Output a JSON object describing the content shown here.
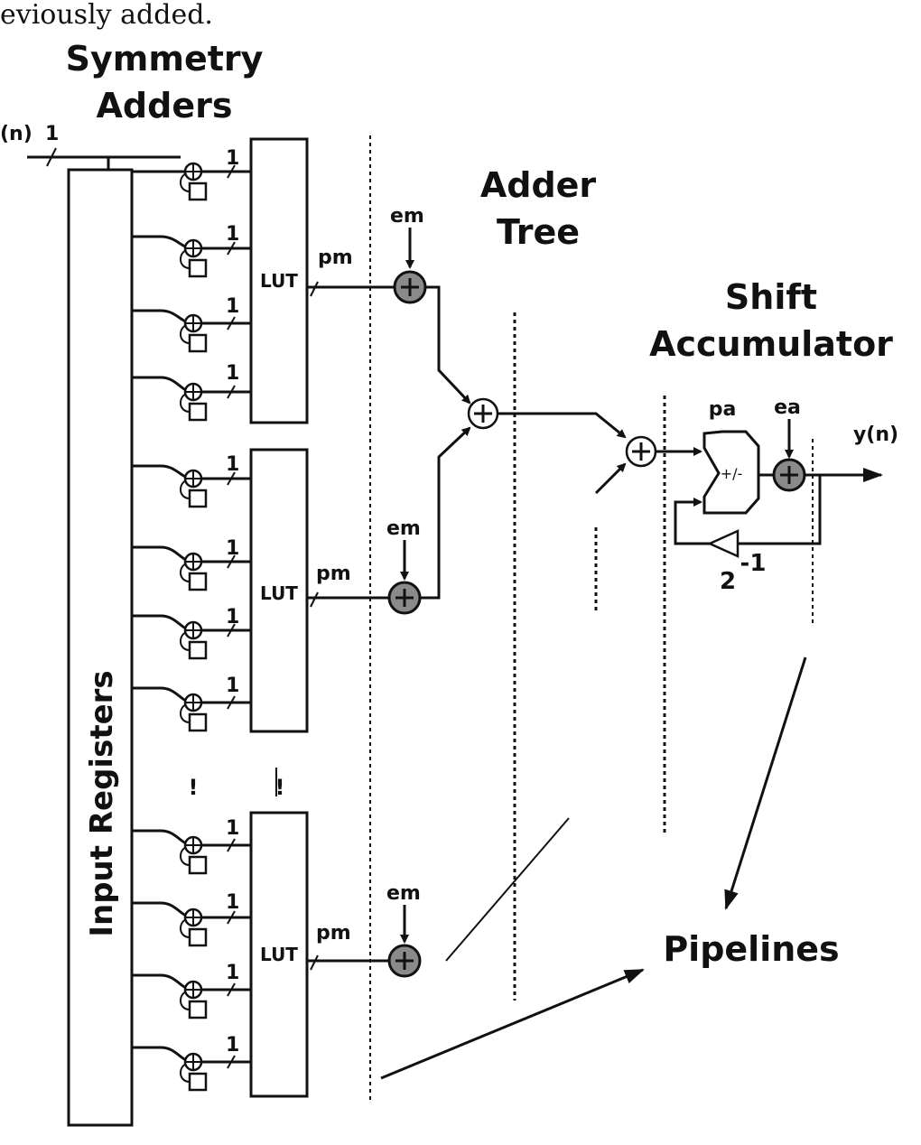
{
  "header_text": "eviously added.",
  "labels": {
    "symmetry_line1": "Symmetry",
    "symmetry_line2": "Adders",
    "input_registers": "Input Registers",
    "input_signal": "(n)",
    "input_width": "1",
    "bit_width": "1",
    "lut": "LUT",
    "pm": "pm",
    "em": "em",
    "adder_tree_line1": "Adder",
    "adder_tree_line2": "Tree",
    "shift_acc_line1": "Shift",
    "shift_acc_line2": "Accumulator",
    "pa": "pa",
    "ea": "ea",
    "output": "y(n)",
    "addsub": "+/-",
    "shift_base": "2",
    "shift_exp": "-1",
    "pipelines": "Pipelines",
    "ellipsis_mark": "!"
  }
}
